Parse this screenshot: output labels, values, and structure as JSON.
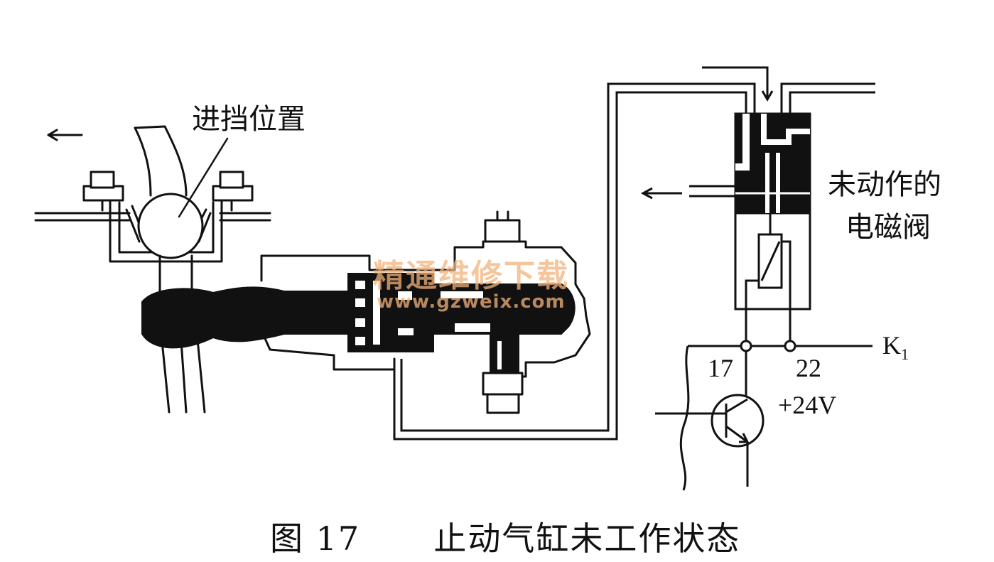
{
  "labels": {
    "gear_position": "进挡位置",
    "valve_line1": "未动作的",
    "valve_line2": "电磁阀",
    "terminal_17": "17",
    "terminal_22": "22",
    "voltage": "+24V",
    "k_letter": "K",
    "k_subscript": "1"
  },
  "watermark": {
    "chinese": "精通维修下载",
    "url": "www.gzweix.com",
    "color": "#f2b27a"
  },
  "caption": {
    "figure": "图 17",
    "title": "止动气缸未工作状态"
  }
}
